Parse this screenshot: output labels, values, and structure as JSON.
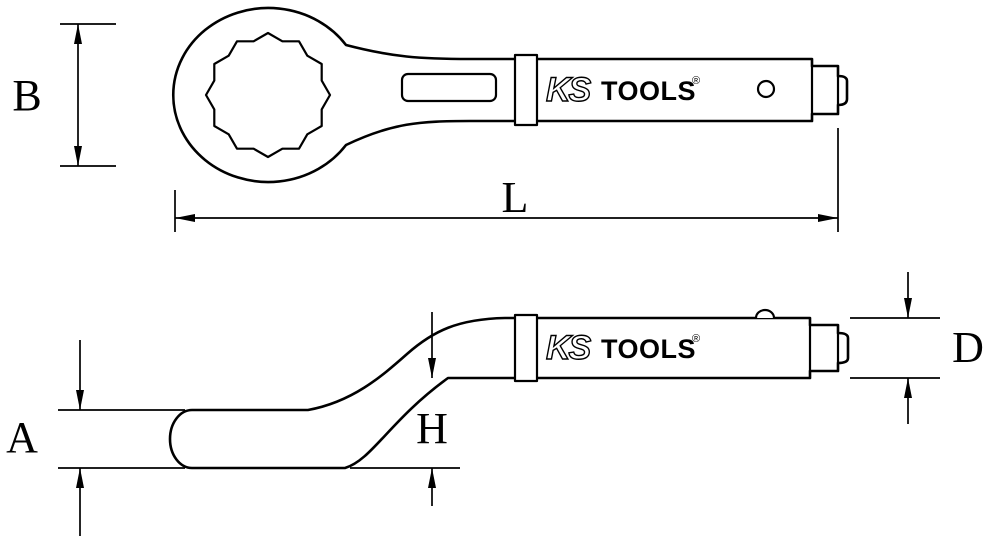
{
  "page": {
    "background_color": "#ffffff",
    "line_color": "#000000",
    "description": "Technical dimension drawing of an offset ring slogging wrench, top view and side view"
  },
  "brand": {
    "ks": "KS",
    "tools": "TOOLS",
    "registered": "®"
  },
  "dimension_labels": {
    "head_width": "B",
    "total_length": "L",
    "head_thickness": "A",
    "offset_height": "H",
    "handle_diameter": "D"
  }
}
